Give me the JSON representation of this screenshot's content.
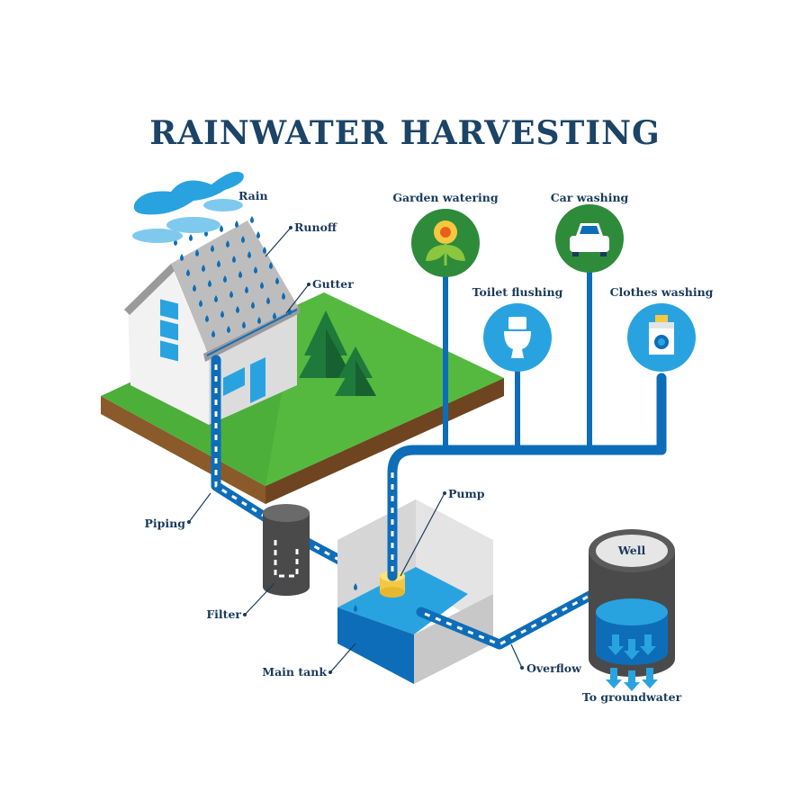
{
  "title": "RAINWATER HARVESTING",
  "labels": {
    "rain": "Rain",
    "runoff": "Runoff",
    "gutter": "Gutter",
    "piping": "Piping",
    "filter": "Filter",
    "main_tank": "Main tank",
    "pump": "Pump",
    "overflow": "Overflow",
    "well": "Well",
    "to_groundwater": "To groundwater"
  },
  "uses": [
    {
      "label": "Garden watering",
      "icon": "flower-icon"
    },
    {
      "label": "Car washing",
      "icon": "car-icon"
    },
    {
      "label": "Toilet flushing",
      "icon": "toilet-icon"
    },
    {
      "label": "Clothes washing",
      "icon": "washing-machine-icon"
    }
  ],
  "colors": {
    "title": "#1b4466",
    "water": "#0e6db8",
    "light_water": "#29a3e0",
    "grass": "#4caf3a",
    "use_circle_green": "#2e8b3a",
    "use_circle_blue": "#29a3e0"
  }
}
